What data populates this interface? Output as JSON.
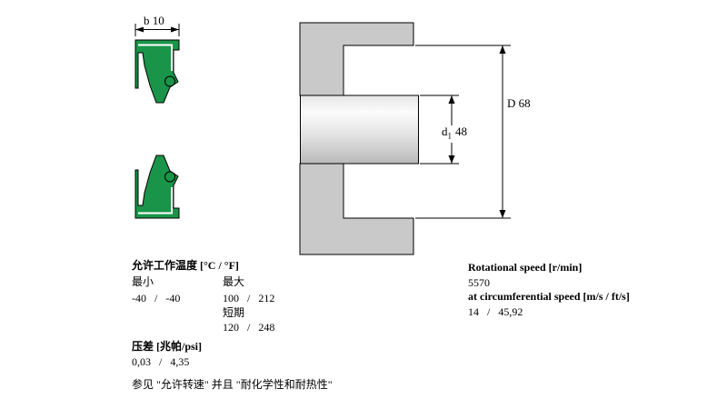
{
  "diagrams": {
    "seal": {
      "width_label": "b 10"
    },
    "mounting": {
      "shaft_dim_prefix": "d",
      "shaft_dim_sub": "1",
      "shaft_dim_value": "48",
      "bore_dim_label": "D 68"
    }
  },
  "specs": {
    "temperature": {
      "title": "允许工作温度 [°C / °F]",
      "min_label": "最小",
      "max_label": "最大",
      "min_value": "-40   /   -40",
      "max_value": "100   /   212",
      "short_term_label": "短期",
      "short_term_value": "120   /   248"
    },
    "pressure": {
      "title": "压差 [兆帕/psi]",
      "value": "0,03   /   4,35"
    },
    "note": "参见 \"允许转速\" 并且 \"耐化学性和耐热性\"",
    "speed": {
      "rotational_title": "Rotational speed [r/min]",
      "rotational_value": "5570",
      "circumferential_title": "at circumferential speed [m/s / ft/s]",
      "circumferential_value": "14   /   45,92"
    }
  },
  "colors": {
    "seal_green": "#1A9448",
    "housing_gray": "#C9C9C9",
    "outline": "#000000"
  }
}
